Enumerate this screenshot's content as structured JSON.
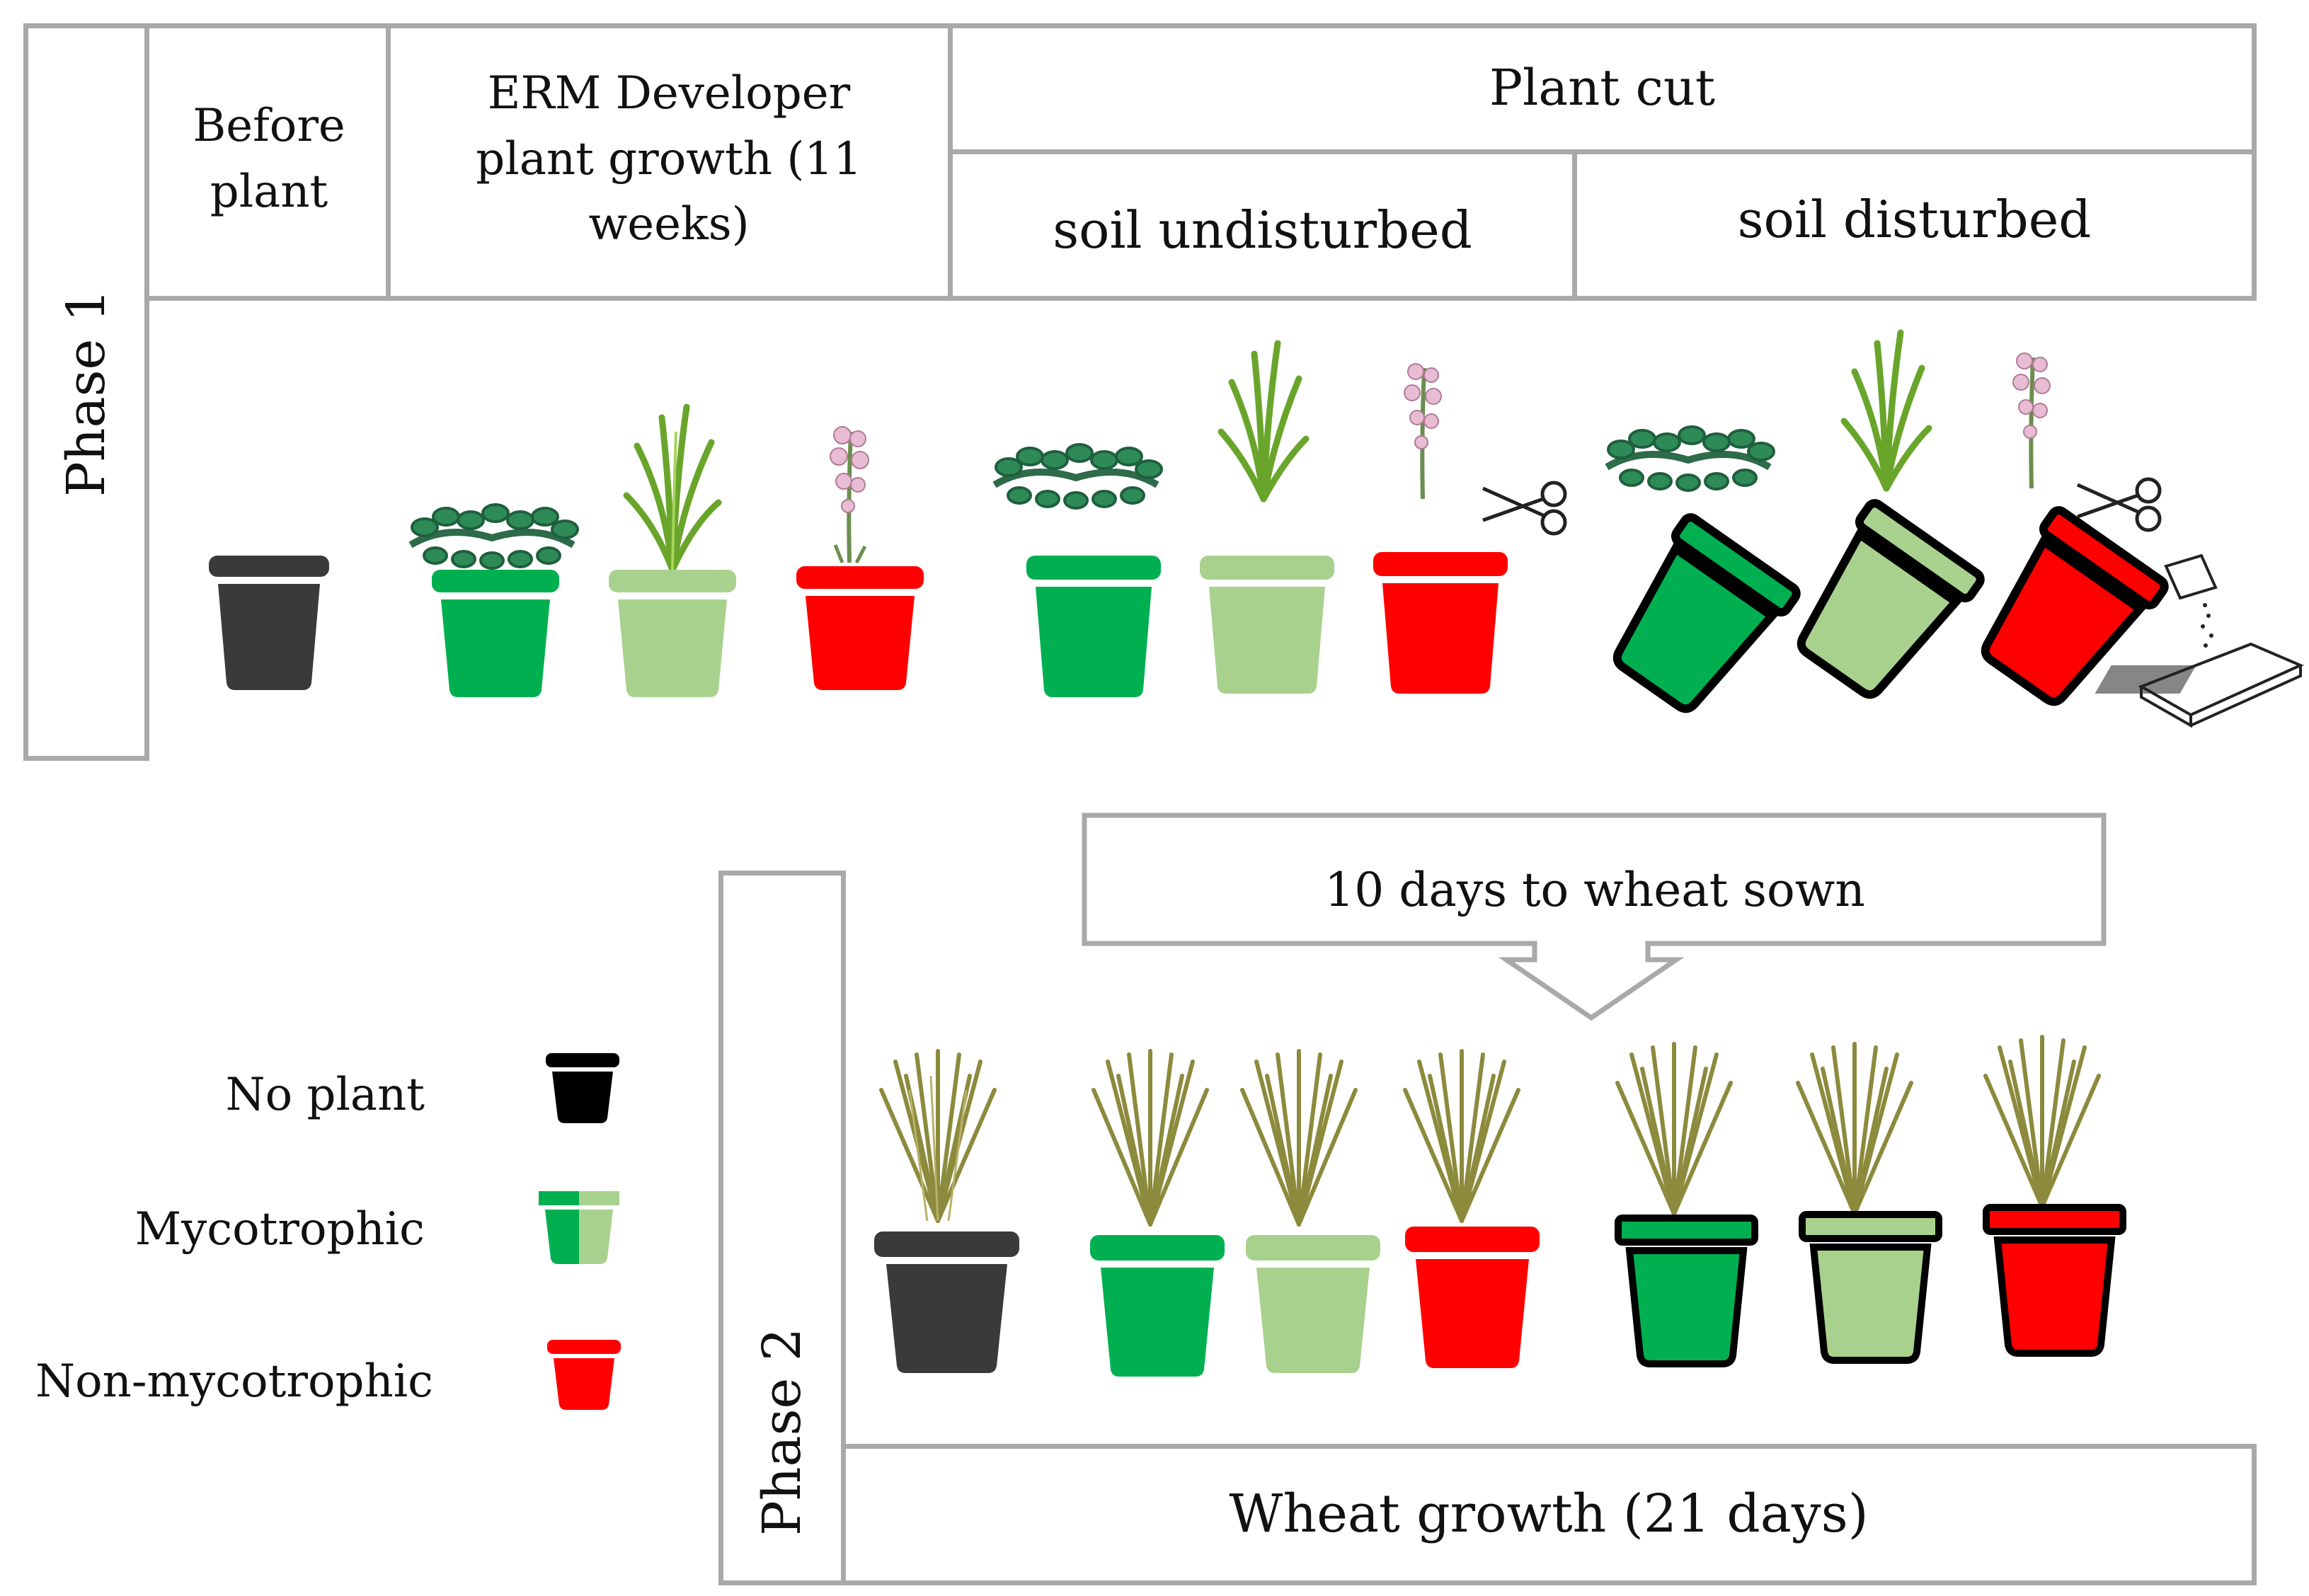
{
  "phase1": {
    "label": "Phase 1",
    "headers": {
      "before_plant": "Before plant",
      "erm_growth": "ERM Developer plant growth (11 weeks)",
      "plant_cut": "Plant cut",
      "soil_undisturbed": "soil undisturbed",
      "soil_disturbed": "soil disturbed"
    }
  },
  "phase2": {
    "label": "Phase 2",
    "arrow_text": "10 days to wheat sown",
    "footer": "Wheat growth (21 days)"
  },
  "legend": [
    {
      "label": "No plant",
      "color": "#000000"
    },
    {
      "label": "Mycotrophic",
      "colors": [
        "#00b050",
        "#a9d18e"
      ]
    },
    {
      "label": "Non-mycotrophic",
      "color": "#ff0000"
    }
  ],
  "colors": {
    "no_plant": "#3b3a3a",
    "mycotrophic_dark": "#00b050",
    "mycotrophic_light": "#a9d18e",
    "non_mycotrophic": "#ff0000",
    "border": "#a9a9a9"
  },
  "icons": {
    "plant_types": [
      "leafy-shrub-icon",
      "grass-icon",
      "flower-icon",
      "wheat-icon"
    ],
    "tools": [
      "scissors-icon",
      "soil-pour-icon"
    ]
  }
}
